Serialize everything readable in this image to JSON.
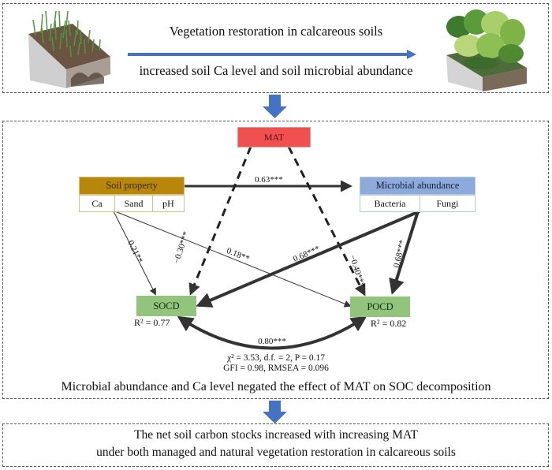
{
  "top_panel": {
    "line1": "Vegetation restoration in calcareous soils",
    "line2": "increased soil Ca level and soil microbial abundance",
    "left_image": "cropland-soil-block-illustration",
    "right_image": "forest-soil-block-illustration"
  },
  "model": {
    "nodes": {
      "mat": {
        "label": "MAT",
        "color": "#f05050"
      },
      "soil_property": {
        "label": "Soil property",
        "color": "#b8860b",
        "subitems": [
          "Ca",
          "Sand",
          "pH"
        ]
      },
      "microbial_abundance": {
        "label": "Microbial abundance",
        "color": "#8eaadb",
        "subitems": [
          "Bacteria",
          "Fungi"
        ]
      },
      "socd": {
        "label": "SOCD",
        "color": "#93c47d",
        "r2": "R² = 0.77"
      },
      "pocd": {
        "label": "POCD",
        "color": "#93c47d",
        "r2": "R² = 0.82"
      }
    },
    "paths": [
      {
        "from": "Soil property",
        "to": "Microbial abundance",
        "coef": "0.63***",
        "sign": "positive"
      },
      {
        "from": "MAT",
        "to": "SOCD",
        "coef": "−0.30***",
        "sign": "negative"
      },
      {
        "from": "MAT",
        "to": "POCD",
        "coef": "−0.40***",
        "sign": "negative"
      },
      {
        "from": "Soil property (Ca)",
        "to": "SOCD",
        "coef": "0.21**",
        "sign": "positive"
      },
      {
        "from": "Soil property (Ca)",
        "to": "POCD",
        "coef": "0.18**",
        "sign": "positive"
      },
      {
        "from": "Microbial abundance (Fungi)",
        "to": "SOCD",
        "coef": "0.68***",
        "sign": "positive"
      },
      {
        "from": "Microbial abundance (Fungi)",
        "to": "POCD",
        "coef": "0.68***",
        "sign": "positive"
      },
      {
        "from": "SOCD",
        "to": "POCD",
        "coef": "0.80***",
        "sign": "positive",
        "type": "covariance"
      }
    ],
    "fit_line1": "χ² = 3.53, d.f. = 2, P = 0.17",
    "fit_line2": "GFI = 0.98, RMSEA = 0.096",
    "conclusion": "Microbial abundance and Ca level negated the effect of MAT on SOC decomposition"
  },
  "bottom_panel": {
    "line1": "The net soil carbon stocks increased with increasing MAT",
    "line2": "under both managed and natural vegetation restoration in calcareous soils"
  },
  "colors": {
    "flow_arrow": "#4472c4",
    "path_line": "#333333"
  }
}
